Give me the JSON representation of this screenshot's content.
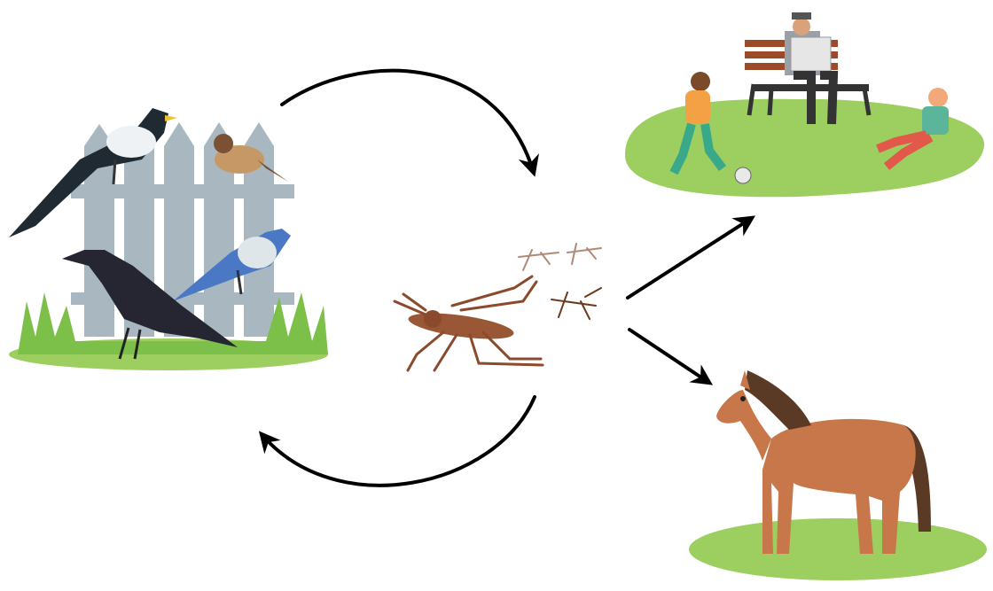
{
  "diagram": {
    "nodes": [
      {
        "id": "birds",
        "icon": "birds-on-fence-icon"
      },
      {
        "id": "mosquitoes",
        "icon": "mosquito-icon"
      },
      {
        "id": "people",
        "icon": "people-in-park-icon"
      },
      {
        "id": "horse",
        "icon": "horse-icon"
      }
    ],
    "edges": [
      {
        "from": "birds",
        "to": "mosquitoes"
      },
      {
        "from": "mosquitoes",
        "to": "birds"
      },
      {
        "from": "mosquitoes",
        "to": "people"
      },
      {
        "from": "mosquitoes",
        "to": "horse"
      }
    ]
  },
  "colors": {
    "grass": "#9ccf5f",
    "fence": "#a9b7c0",
    "mosquito": "#8a4a2b",
    "horse": "#c8774a",
    "arrow": "#000000"
  }
}
